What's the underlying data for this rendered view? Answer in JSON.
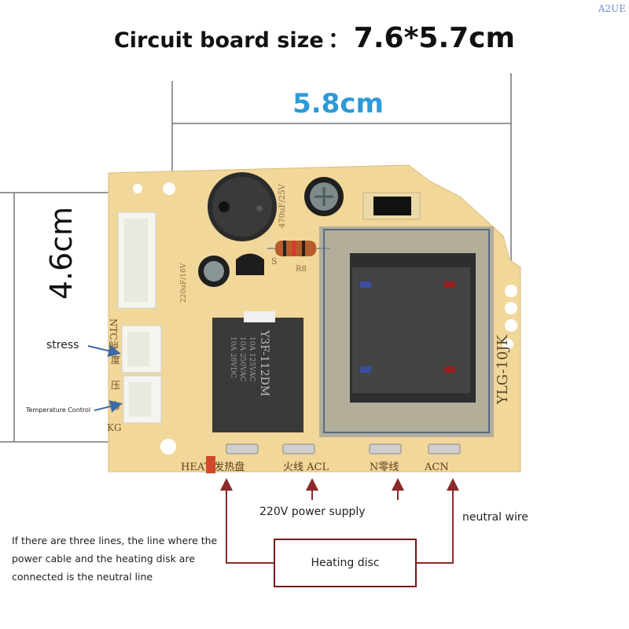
{
  "title": {
    "label": "Circuit board size",
    "separator": "：",
    "value": "7.6*5.7cm"
  },
  "watermark": "A2UE",
  "dimensions": {
    "width": "5.8cm",
    "height": "4.6cm"
  },
  "callouts": {
    "stress": "stress",
    "temperature_control": "Temperature Control",
    "power_supply": "220V power supply",
    "neutral_wire": "neutral wire",
    "heating_disc": "Heating disc",
    "note": "If there are three lines, the line where the power cable and the heating disk are connected is the neutral line"
  },
  "board": {
    "model": "YLG-10JK",
    "relay_model": "Y3F-112DM",
    "relay_specs": [
      "10A 125VAC",
      "10A 250VAC",
      "10A 28VDC"
    ],
    "capacitor_small": "220uF/16V",
    "capacitor_large": "470uF/25V",
    "connector_labels": [
      "NTC温",
      "度",
      "压",
      "力",
      "KG"
    ],
    "terminal_labels": [
      "HEAT 发热盘",
      "火线 ACL",
      "N零线",
      "ACN"
    ],
    "resistor_label": "R8",
    "diode_label": "S"
  },
  "colors": {
    "board": "#f2d79a",
    "transformer": "#4a4a4a",
    "accent_blue": "#2d9ad6",
    "wire_red": "#8b2a2a"
  }
}
